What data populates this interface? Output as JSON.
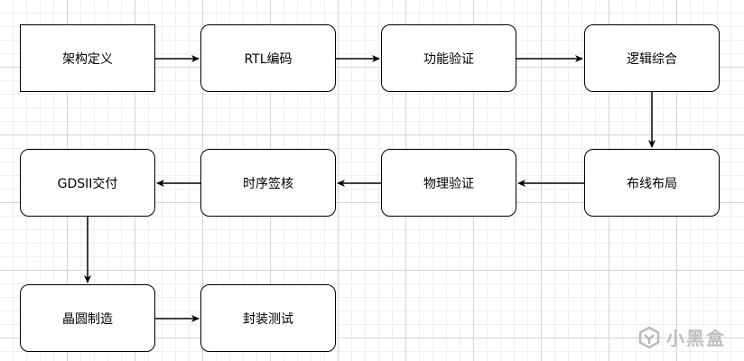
{
  "diagram": {
    "nodes": [
      {
        "id": "n1",
        "label": "架构定义"
      },
      {
        "id": "n2",
        "label": "RTL编码"
      },
      {
        "id": "n3",
        "label": "功能验证"
      },
      {
        "id": "n4",
        "label": "逻辑综合"
      },
      {
        "id": "n5",
        "label": "GDSII交付"
      },
      {
        "id": "n6",
        "label": "时序签核"
      },
      {
        "id": "n7",
        "label": "物理验证"
      },
      {
        "id": "n8",
        "label": "布线布局"
      },
      {
        "id": "n9",
        "label": "晶圆制造"
      },
      {
        "id": "n10",
        "label": "封装测试"
      }
    ],
    "edges": [
      {
        "from": "n1",
        "to": "n2"
      },
      {
        "from": "n2",
        "to": "n3"
      },
      {
        "from": "n3",
        "to": "n4"
      },
      {
        "from": "n4",
        "to": "n8"
      },
      {
        "from": "n8",
        "to": "n7"
      },
      {
        "from": "n7",
        "to": "n6"
      },
      {
        "from": "n6",
        "to": "n5"
      },
      {
        "from": "n5",
        "to": "n9"
      },
      {
        "from": "n9",
        "to": "n10"
      }
    ],
    "colors": {
      "line": "#000000",
      "node_fill": "#ffffff",
      "grid": "#d6d6d6"
    }
  },
  "watermark": {
    "text": "小黑盒",
    "icon": "xiaoheihe-logo-icon"
  }
}
